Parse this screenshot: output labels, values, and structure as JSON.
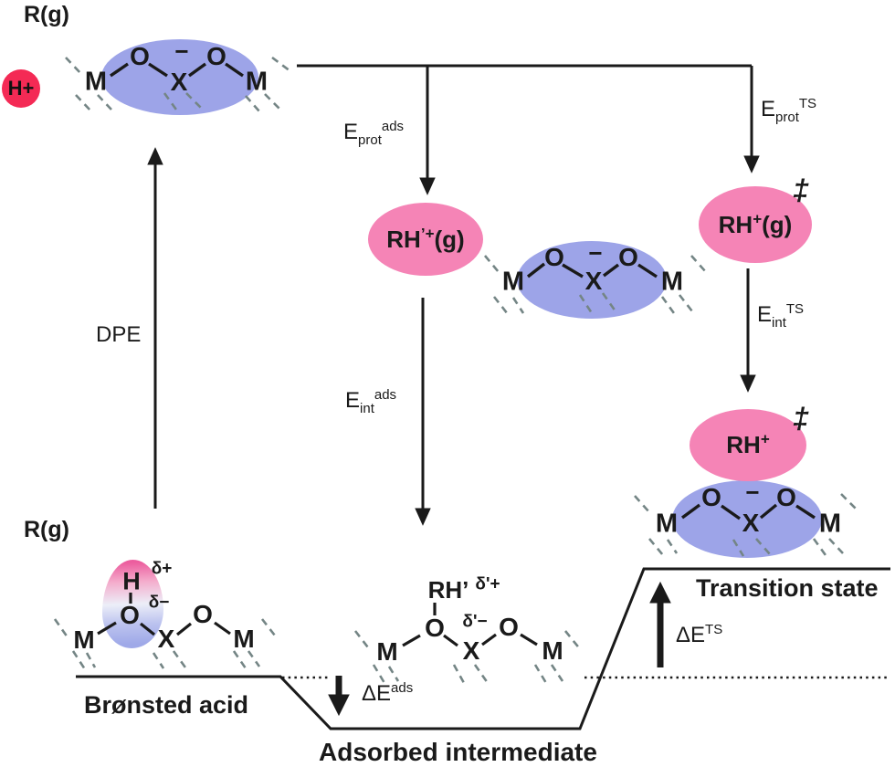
{
  "colors": {
    "cluster_blue": "#9da4e8",
    "species_pink": "#f584b6",
    "proton_red": "#f42a55",
    "dashed_bond_gray": "#748585",
    "line_black": "#1a1a1a"
  },
  "labels": {
    "r_gas_top": "R(g)",
    "r_gas_bottom": "R(g)",
    "proton": "H+",
    "dpe": "DPE",
    "double_dagger": "‡"
  },
  "energies": {
    "e_prot_ads": {
      "base": "E",
      "sub": "prot",
      "sup": "ads"
    },
    "e_prot_ts": {
      "base": "E",
      "sub": "prot",
      "sup": "TS"
    },
    "e_int_ads": {
      "base": "E",
      "sub": "int",
      "sup": "ads"
    },
    "e_int_ts": {
      "base": "E",
      "sub": "int",
      "sup": "TS"
    },
    "delta_e_ads": {
      "base": "ΔE",
      "sup": "ads"
    },
    "delta_e_ts": {
      "base": "ΔE",
      "sup": "TS"
    }
  },
  "species": {
    "rh_prime_gas": {
      "pre": "RH",
      "sup": "’+",
      "post": "(g)"
    },
    "rh_gas": {
      "pre": "RH",
      "sup": "+",
      "post": "(g)"
    },
    "rh": {
      "pre": "RH",
      "sup": "+",
      "post": ""
    }
  },
  "cluster": {
    "m": "M",
    "o": "O",
    "minus": "−",
    "x": "X"
  },
  "bronsted_site": {
    "h": "H",
    "delta_plus": "δ+",
    "o": "O",
    "delta_minus": "δ−",
    "m_left": "M",
    "x": "X",
    "o_right": "O",
    "m_right": "M"
  },
  "adsorbed_site": {
    "rh": "RH’",
    "delta_plus": "δ'+",
    "o": "O",
    "delta_minus": "δ'−",
    "m_left": "M",
    "x": "X",
    "o_right": "O",
    "m_right": "M"
  },
  "states": {
    "bronsted": "Brønsted acid",
    "adsorbed": "Adsorbed intermediate",
    "transition": "Transition state"
  }
}
